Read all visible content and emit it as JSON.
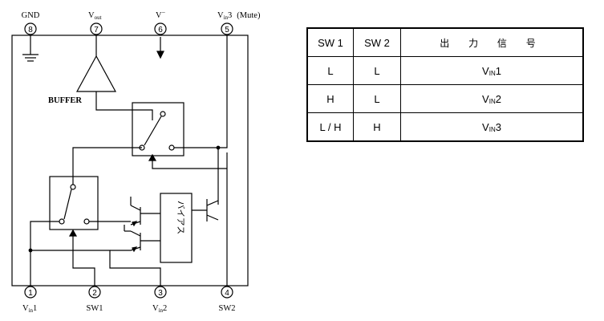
{
  "pins": {
    "gnd": {
      "num": "8",
      "label": "GND"
    },
    "vout": {
      "num": "7",
      "label_main": "V",
      "label_sub": "out"
    },
    "vneg": {
      "num": "6",
      "label_main": "V",
      "label_sup": "−"
    },
    "vin3": {
      "num": "5",
      "label_main": "V",
      "label_sub": "in",
      "label_tail": "3",
      "label_extra": "(Mute)"
    },
    "vin1": {
      "num": "1",
      "label_main": "V",
      "label_sub": "in",
      "label_tail": "1"
    },
    "sw1": {
      "num": "2",
      "label": "SW1"
    },
    "vin2": {
      "num": "3",
      "label_main": "V",
      "label_sub": "in",
      "label_tail": "2"
    },
    "sw2": {
      "num": "4",
      "label": "SW2"
    }
  },
  "blocks": {
    "buffer": "BUFFER",
    "bias": "バイアス"
  },
  "table": {
    "headers": [
      "SW 1",
      "SW 2",
      "出 力 信 号"
    ],
    "rows": [
      {
        "sw1": "L",
        "sw2": "L",
        "out_main": "V",
        "out_sub": "IN",
        "out_tail": "1"
      },
      {
        "sw1": "H",
        "sw2": "L",
        "out_main": "V",
        "out_sub": "IN",
        "out_tail": "2"
      },
      {
        "sw1": "L / H",
        "sw2": "H",
        "out_main": "V",
        "out_sub": "IN",
        "out_tail": "3"
      }
    ]
  }
}
